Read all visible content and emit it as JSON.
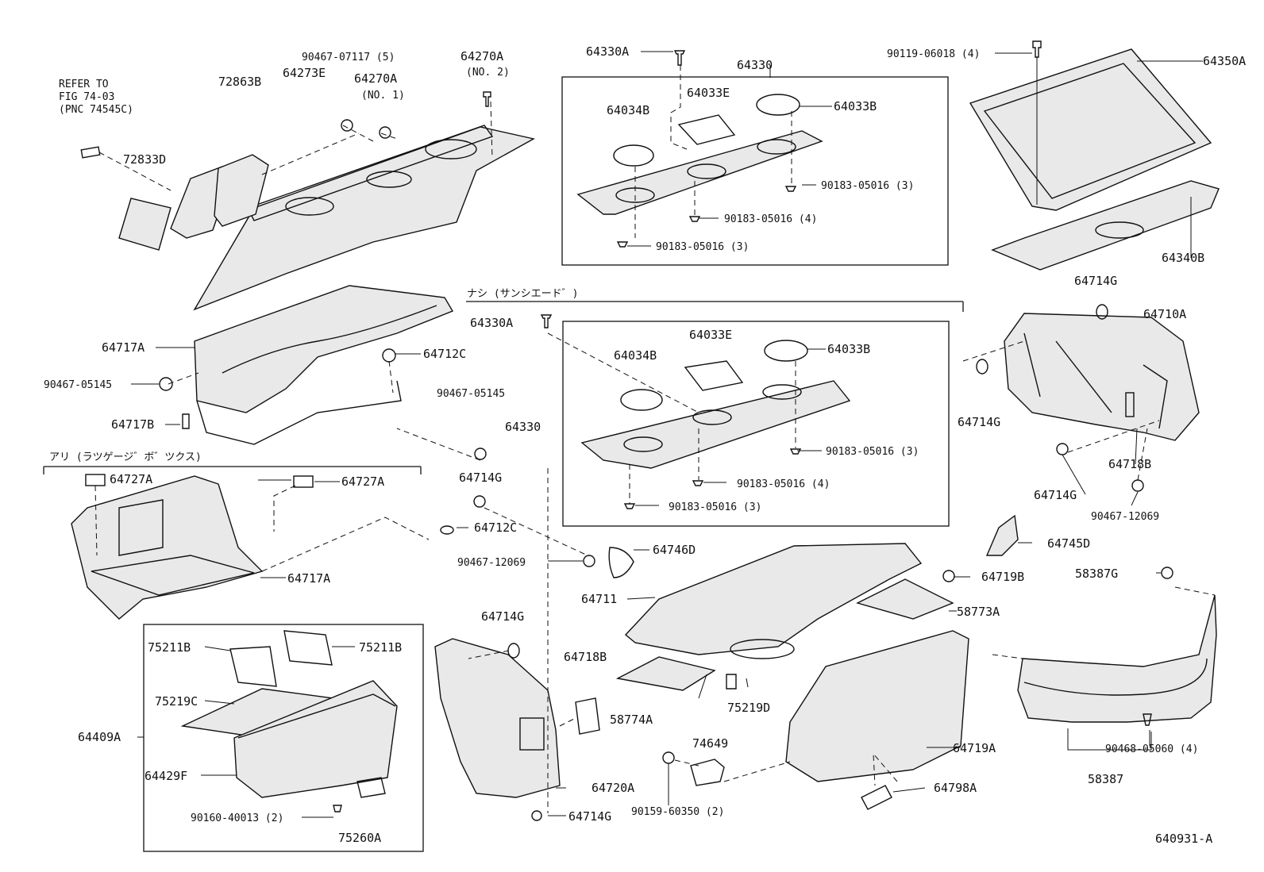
{
  "figure_id": "640931-A",
  "refer_note": [
    "REFER TO",
    "FIG 74-03",
    "(PNC 74545C)"
  ],
  "groups": {
    "without_sunshade": "ナシ (サンシエード゛)",
    "with_luggage_box": "アリ (ラツゲージ゛ボ゛ツクス)"
  },
  "labels": {
    "p72863B": "72863B",
    "p64273E": "64273E",
    "p90467_07117": "90467-07117 (5)",
    "p64270A_no1": "64270A",
    "p64270A_no1_sub": "(NO. 1)",
    "p64270A_no2": "64270A",
    "p64270A_no2_sub": "(NO. 2)",
    "p72833D": "72833D",
    "p64717A_top": "64717A",
    "p90467_05145_left": "90467-05145",
    "p64712C_top": "64712C",
    "p64717B": "64717B",
    "p64330A_top": "64330A",
    "p64330_top": "64330",
    "p64034B_top": "64034B",
    "p64033E_top": "64033E",
    "p64033B_top": "64033B",
    "p90183_05016_a": "90183-05016 (3)",
    "p90183_05016_b": "90183-05016 (4)",
    "p90183_05016_c": "90183-05016 (3)",
    "p90119_06018": "90119-06018 (4)",
    "p64350A": "64350A",
    "p64340B": "64340B",
    "p64330A_mid": "64330A",
    "p64034B_mid": "64034B",
    "p64033E_mid": "64033E",
    "p64033B_mid": "64033B",
    "p64330_mid": "64330",
    "p90183_05016_d": "90183-05016 (3)",
    "p90183_05016_e": "90183-05016 (4)",
    "p90183_05016_f": "90183-05016 (3)",
    "p90467_05145_mid": "90467-05145",
    "p64714G_mid": "64714G",
    "p64712C_mid": "64712C",
    "p90467_12069_mid": "90467-12069",
    "p64746D": "64746D",
    "p64727A_a": "64727A",
    "p64727A_b": "64727A",
    "p64717A_mid": "64717A",
    "p64714G_r1": "64714G",
    "p64710A": "64710A",
    "p64714G_r2": "64714G",
    "p64718B_r": "64718B",
    "p64714G_r3": "64714G",
    "p90467_12069_r": "90467-12069",
    "p64745D": "64745D",
    "p64719B": "64719B",
    "p58387G": "58387G",
    "p64711": "64711",
    "p58773A": "58773A",
    "p75211B_a": "75211B",
    "p75211B_b": "75211B",
    "p75219C": "75219C",
    "p64409A": "64409A",
    "p64429F": "64429F",
    "p90160_40013": "90160-40013 (2)",
    "p75260A": "75260A",
    "p64714G_low": "64714G",
    "p64718B_low": "64718B",
    "p58774A": "58774A",
    "p75219D": "75219D",
    "p64720A": "64720A",
    "p64714G_bot": "64714G",
    "p74649": "74649",
    "p90159_60350": "90159-60350 (2)",
    "p64719A": "64719A",
    "p64798A": "64798A",
    "p90468_05060": "90468-05060 (4)",
    "p58387": "58387"
  }
}
